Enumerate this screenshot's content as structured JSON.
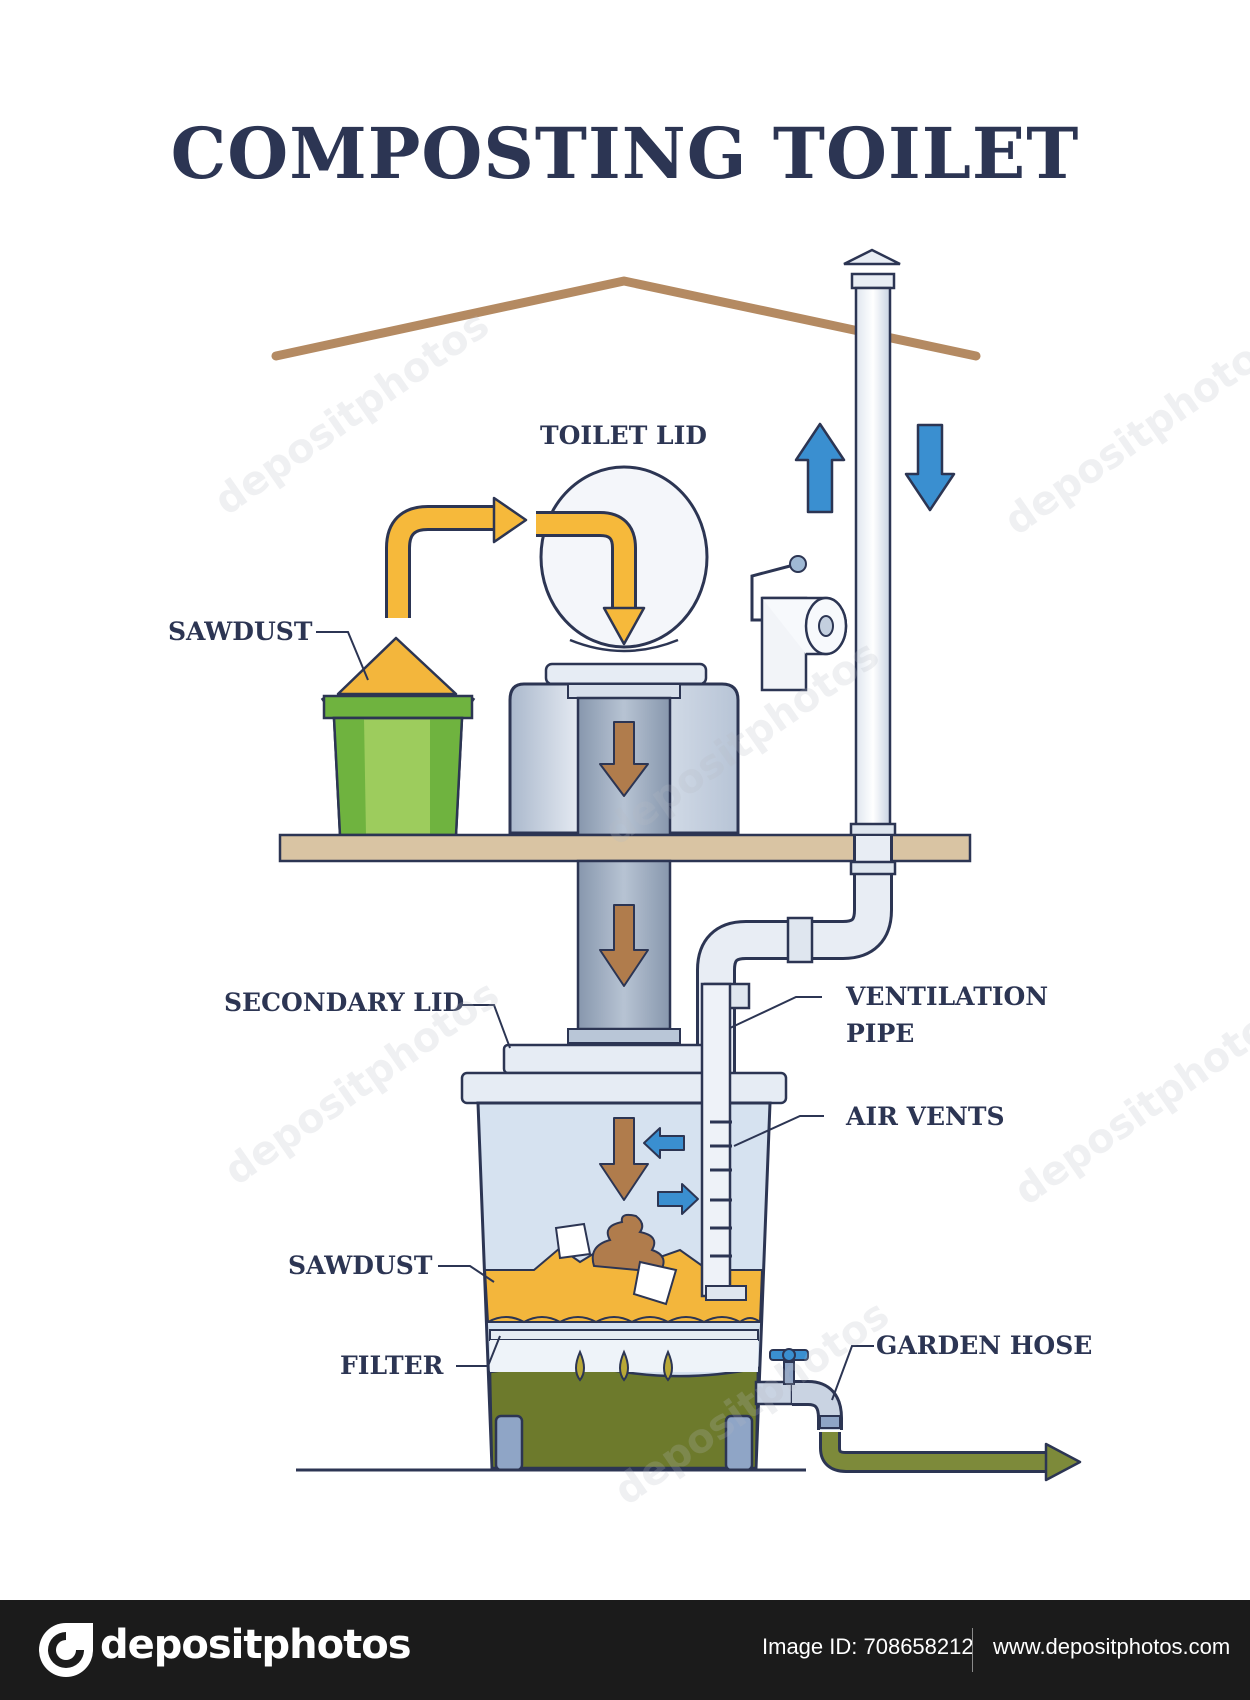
{
  "title": "COMPOSTING TOILET",
  "labels": {
    "toilet_lid": "TOILET LID",
    "sawdust_top": "SAWDUST",
    "secondary_lid": "SECONDARY LID",
    "ventilation_pipe_1": "VENTILATION",
    "ventilation_pipe_2": "PIPE",
    "air_vents": "AIR VENTS",
    "sawdust_bottom": "SAWDUST",
    "filter": "FILTER",
    "garden_hose": "GARDEN HOSE"
  },
  "footer": {
    "brand": "depositphotos",
    "image_id": "Image ID: 708658212",
    "site": "www.depositphotos.com"
  },
  "watermark": "depositphotos",
  "colors": {
    "outline": "#2c3553",
    "roof": "#b48a62",
    "floor": "#d2b48c",
    "metal": "#c9d3e2",
    "metal_dark": "#8e9fb5",
    "sawdust": "#f3b63c",
    "arrow_orange": "#f6b93b",
    "arrow_brown": "#b07c4c",
    "arrow_blue": "#3a8fd0",
    "bucket_green": "#6fb33f",
    "bucket_green_light": "#9dcc5d",
    "compost": "#6d7a2c",
    "container": "#c7d6ea"
  }
}
